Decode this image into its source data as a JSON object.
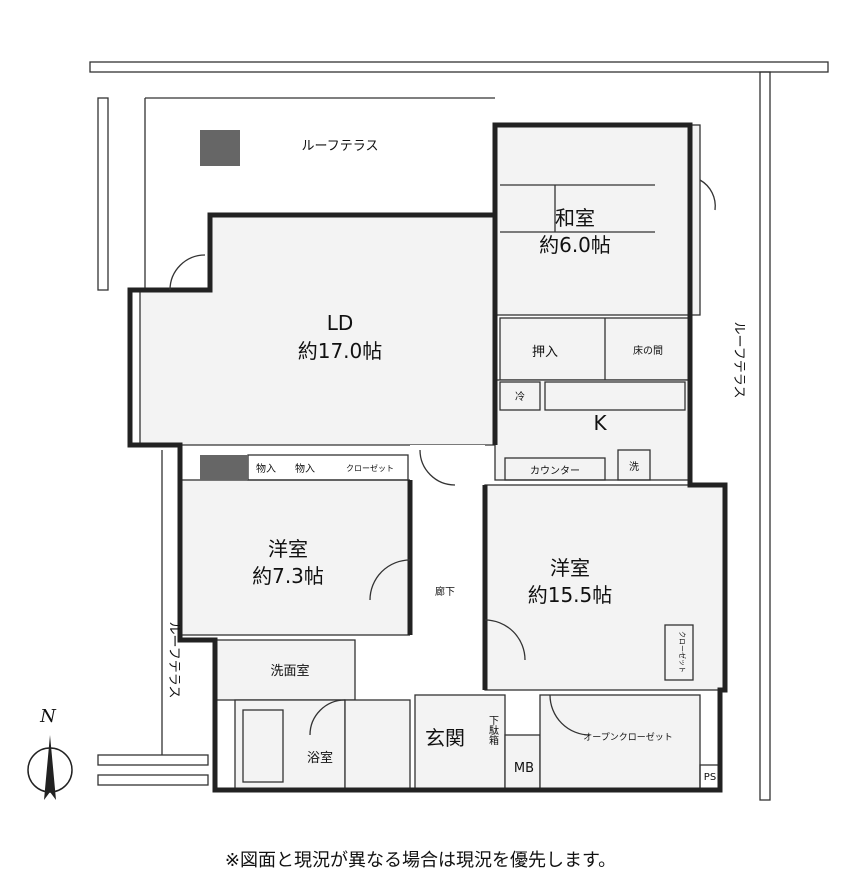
{
  "terrace": {
    "top": "ルーフテラス",
    "right": "ルーフテラス",
    "left": "ルーフテラス"
  },
  "rooms": {
    "washitsu": {
      "name": "和室",
      "size": "約6.0帖"
    },
    "ld": {
      "name": "LD",
      "size": "約17.0帖"
    },
    "oshiire": "押入",
    "tokonoma": "床の間",
    "fridge": "冷",
    "kitchen": "K",
    "counter": "カウンター",
    "laundry": "洗",
    "storage1": "物入",
    "storage2": "物入",
    "closet1": "クローゼット",
    "western1": {
      "name": "洋室",
      "size": "約7.3帖"
    },
    "corridor": "廊下",
    "western2": {
      "name": "洋室",
      "size": "約15.5帖"
    },
    "closet2": "クローゼット",
    "washroom": "洗面室",
    "bath": "浴室",
    "entrance": "玄関",
    "shoebox": "下駄箱",
    "mb": "MB",
    "open_closet": "オープンクローゼット",
    "ps": "PS"
  },
  "compass": "N",
  "note": "※図面と現況が異なる場合は現況を優先します。"
}
